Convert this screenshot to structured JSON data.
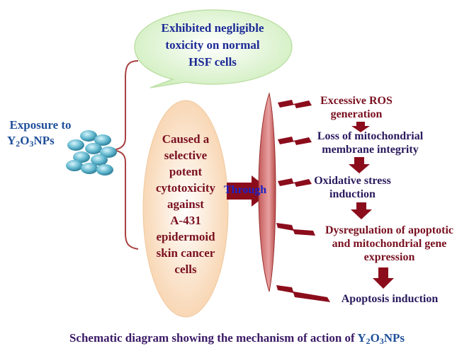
{
  "top_bubble": {
    "lines": [
      "Exhibited negligible",
      "toxicity on normal",
      "HSF cells"
    ]
  },
  "exposure": {
    "line1": "Exposure to",
    "np_prefix": "Y",
    "np_sub1": "2",
    "np_mid": "O",
    "np_sub2": "3",
    "np_suffix": "NPs"
  },
  "oval": {
    "lines": [
      "Caused a",
      "selective",
      "potent",
      "cytotoxicity",
      "against",
      "A-431",
      "epidermoid",
      "skin cancer",
      "cells"
    ]
  },
  "through_label": "Through",
  "steps": [
    {
      "line1": "Excessive ROS",
      "line2": "generation"
    },
    {
      "line1": "Loss of mitochondrial",
      "line2": "membrane integrity"
    },
    {
      "line1": "Oxidative stress",
      "line2": "induction"
    },
    {
      "line1": "Dysregulation of apoptotic",
      "line2": "and mitochondrial gene",
      "line3": "expression"
    },
    {
      "line1": "Apoptosis induction"
    }
  ],
  "caption": {
    "text": "Schematic diagram showing the mechanism of action of ",
    "np_prefix": "Y",
    "np_sub1": "2",
    "np_mid": "O",
    "np_sub2": "3",
    "np_suffix": "NPs"
  },
  "colors": {
    "bubble_fill": "#e4f5d8",
    "oval_fill": "#fbe3c8",
    "bracket": "#a03030",
    "arrow": "#8b0d1c",
    "particle": "#5fb8d0"
  }
}
